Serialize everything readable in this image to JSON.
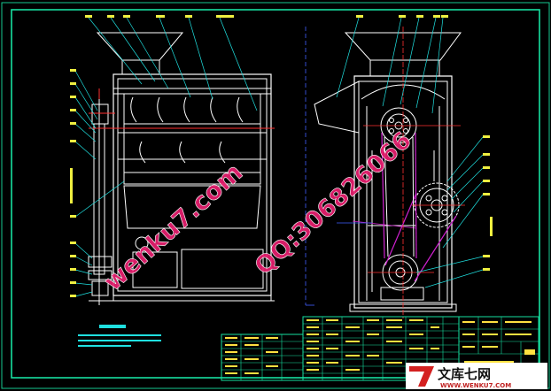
{
  "watermark": {
    "left_text": "wenku7.com",
    "right_text": "QQ:306826066",
    "color": "#e82070"
  },
  "logo": {
    "cn_text": "文库七网",
    "url_text": "WWW.WENKU7.COM",
    "mark_color": "#d42020"
  },
  "colors": {
    "frame": "#16e0a0",
    "machine": "#ffffff",
    "leader": "#1fe0e0",
    "label": "#f0f040",
    "belt": "#d020d0",
    "red": "#ff3030",
    "blue": "#4060ff",
    "table_text": "#ffe040"
  }
}
